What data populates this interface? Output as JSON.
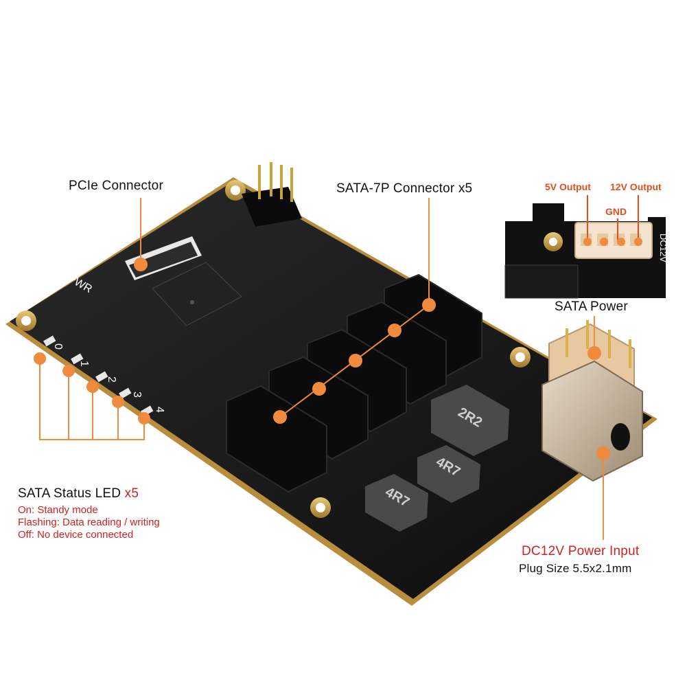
{
  "labels": {
    "pcie": "PCIe Connector",
    "sata7p": "SATA-7P Connector x5",
    "v5out": "5V Output",
    "v12out": "12V Output",
    "gnd": "GND",
    "sata_power": "SATA Power",
    "status_led_title": "SATA Status LED",
    "status_led_count": "x5",
    "status_on": "On: Standy mode",
    "status_flash": "Flashing: Data reading / writing",
    "status_off": "Off: No device connected",
    "dc_title": "DC12V Power Input",
    "dc_plug": "Plug Size 5.5x2.1mm"
  },
  "board_marks": {
    "pwr": "PWR",
    "led0": "0",
    "led1": "1",
    "led2": "2",
    "led3": "3",
    "led4": "4",
    "inductor_a": "2R2",
    "inductor_b": "4R7",
    "inductor_c": "4R7",
    "inset_dc12v": "DC12V"
  },
  "colors": {
    "pcb": "#161616",
    "accent": "#f08a3c",
    "label_red": "#d21f1f",
    "gold": "#c99a3c"
  }
}
